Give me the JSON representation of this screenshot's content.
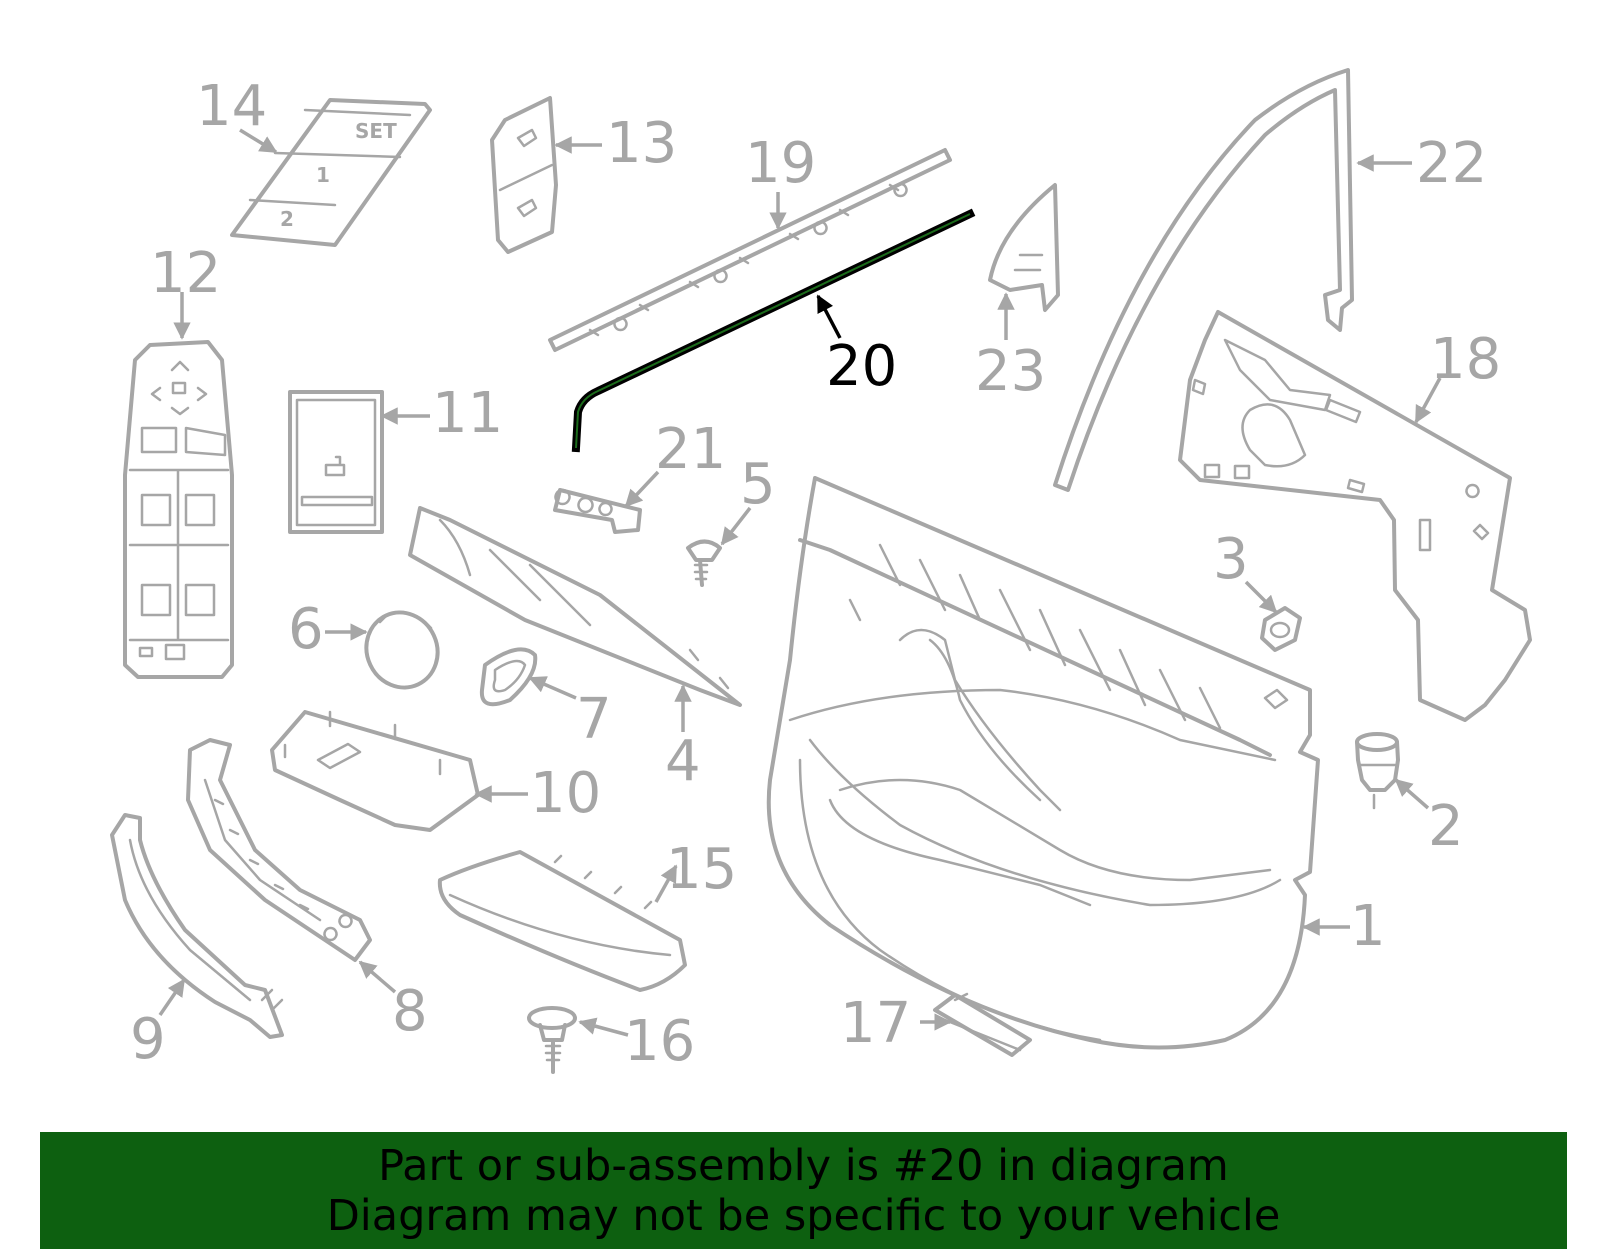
{
  "diagram": {
    "highlight_part": "20",
    "colors": {
      "part_stroke": "#a6a6a6",
      "highlight_stroke": "#000000",
      "highlight_accent": "#1b6b1b"
    },
    "callouts": [
      "1",
      "2",
      "3",
      "4",
      "5",
      "6",
      "7",
      "8",
      "9",
      "10",
      "11",
      "12",
      "13",
      "14",
      "15",
      "16",
      "17",
      "18",
      "19",
      "20",
      "21",
      "22",
      "23"
    ],
    "button_labels": {
      "set": "SET",
      "one": "1",
      "two": "2"
    }
  },
  "banner": {
    "line1": "Part or sub-assembly is #20 in diagram",
    "line2": "Diagram may not be specific to your vehicle",
    "background": "#0d6010"
  }
}
